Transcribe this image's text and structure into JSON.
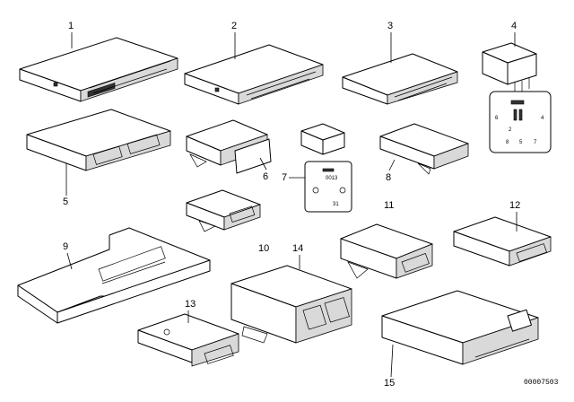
{
  "callouts": [
    "1",
    "2",
    "3",
    "4",
    "5",
    "6",
    "7",
    "8",
    "9",
    "10",
    "11",
    "12",
    "13",
    "14",
    "15"
  ],
  "relay_pins": [
    "6",
    "2",
    "4",
    "8",
    "5",
    "7"
  ],
  "relay7_labels": {
    "top": "0013",
    "bottom": "31"
  },
  "drawing_ref": "00007503"
}
